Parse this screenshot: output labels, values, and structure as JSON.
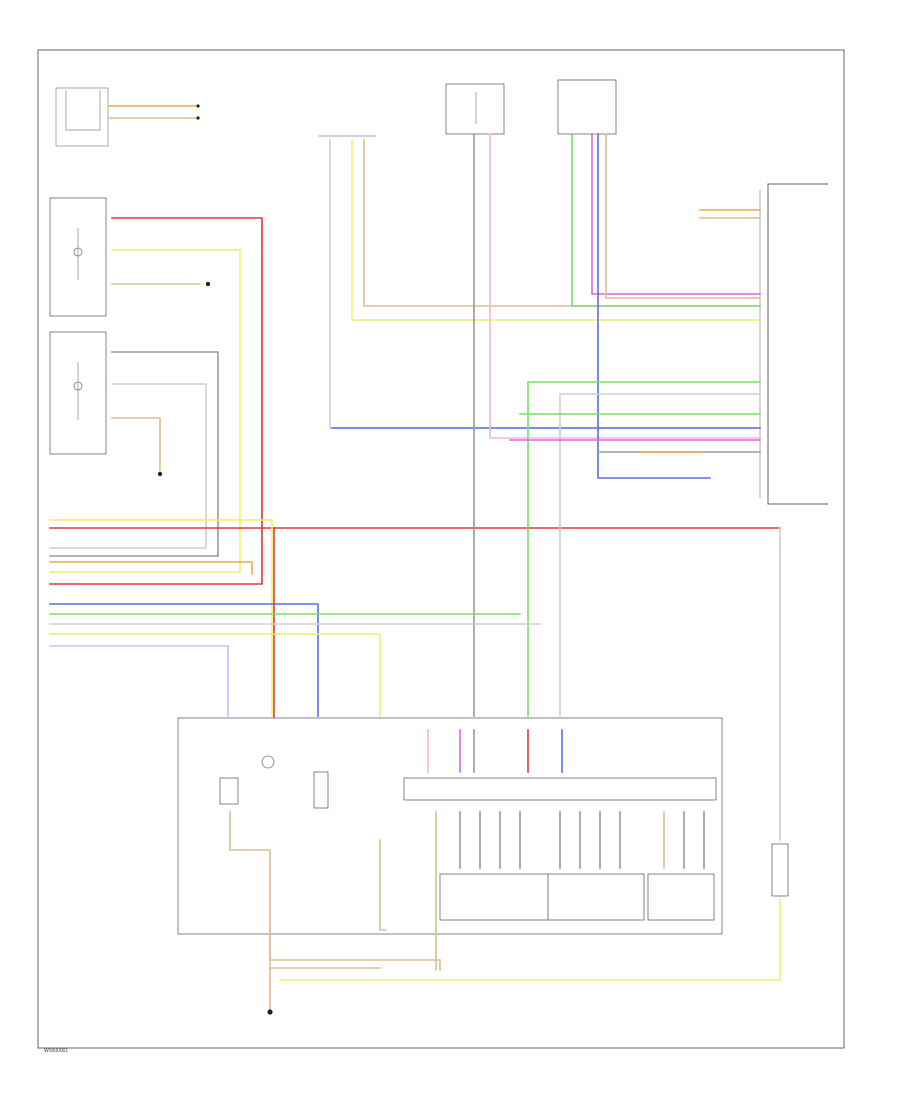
{
  "diagram": {
    "figure_id": "W0000001",
    "colors": {
      "red": "#e0393c",
      "yellow": "#f1ee6a",
      "orange": "#f0a64a",
      "tan": "#d9c08a",
      "green": "#7bdc6c",
      "blue": "#5a6cf0",
      "violet": "#d46ae6",
      "gray": "#9a9a9a",
      "white": "#cfcfcf",
      "black": "#222222"
    },
    "icons": [
      "ground-symbol",
      "fuse-symbol",
      "resistor-symbol",
      "lamp-symbol",
      "connector-pin"
    ]
  }
}
